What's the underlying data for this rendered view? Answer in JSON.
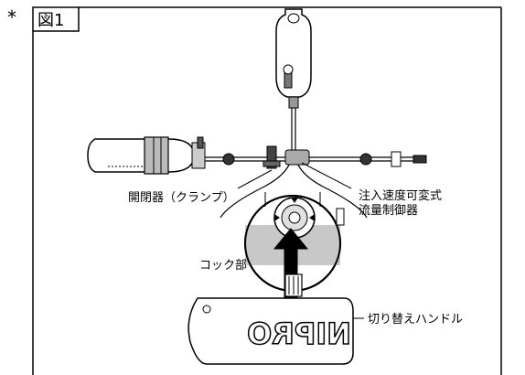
{
  "figure": {
    "asterisk": "*",
    "tag": "図1"
  },
  "labels": {
    "clamp": "開閉器（クランプ）",
    "flow_controller_line1": "注入速度可変式",
    "flow_controller_line2": "流量制御器",
    "cock": "コック部",
    "handle": "切り替えハンドル"
  },
  "logo": {
    "text": "NIPRO"
  }
}
